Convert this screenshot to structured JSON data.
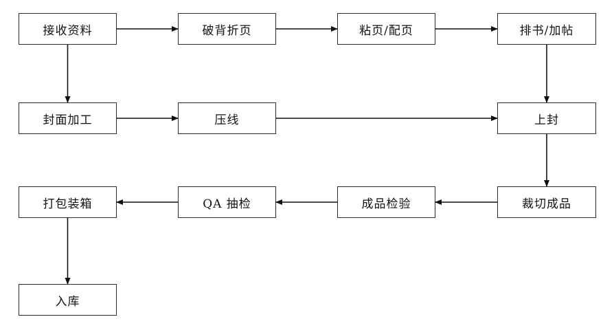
{
  "nodes": {
    "receive": "接收资料",
    "split": "破背折页",
    "paste": "粘页/配页",
    "arrange": "排书/加帖",
    "cover": "封面加工",
    "crease": "压线",
    "bind": "上封",
    "pack": "打包装箱",
    "qa": "QA 抽检",
    "inspect": "成品检验",
    "trim": "裁切成品",
    "store": "入库"
  },
  "edges": [
    [
      "receive",
      "split"
    ],
    [
      "split",
      "paste"
    ],
    [
      "paste",
      "arrange"
    ],
    [
      "receive",
      "cover"
    ],
    [
      "cover",
      "crease"
    ],
    [
      "crease",
      "bind"
    ],
    [
      "arrange",
      "bind"
    ],
    [
      "bind",
      "trim"
    ],
    [
      "trim",
      "inspect"
    ],
    [
      "inspect",
      "qa"
    ],
    [
      "qa",
      "pack"
    ],
    [
      "pack",
      "store"
    ]
  ],
  "colors": {
    "stroke": "#2b2b2b",
    "arrow": "#111111"
  }
}
